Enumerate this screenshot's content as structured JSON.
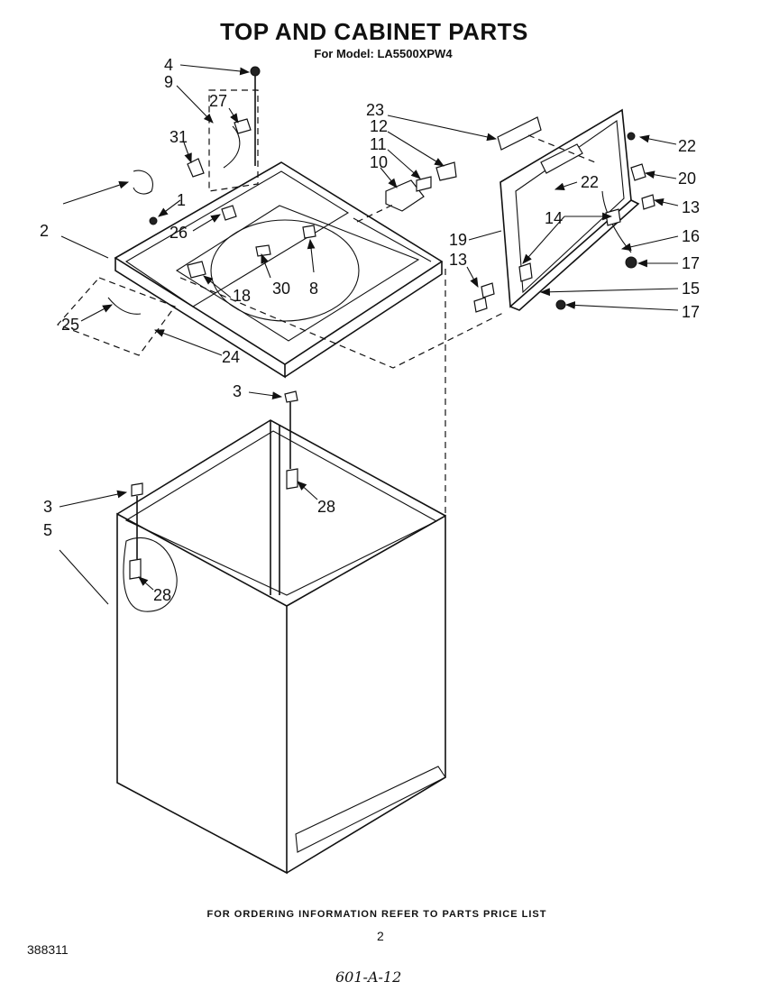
{
  "header": {
    "title": "TOP AND CABINET PARTS",
    "subtitle": "For Model: LA5500XPW4"
  },
  "footer": {
    "ordering_note": "FOR ORDERING INFORMATION REFER TO PARTS PRICE LIST",
    "page_number": "2",
    "document_number": "388311",
    "handwritten_note": "601-A-12"
  },
  "callouts": {
    "c1": "1",
    "c2": "2",
    "c3a": "3",
    "c3b": "3",
    "c4": "4",
    "c5": "5",
    "c8": "8",
    "c9": "9",
    "c10": "10",
    "c11": "11",
    "c12": "12",
    "c13a": "13",
    "c13b": "13",
    "c14": "14",
    "c15": "15",
    "c16": "16",
    "c17a": "17",
    "c17b": "17",
    "c18": "18",
    "c19": "19",
    "c20": "20",
    "c22a": "22",
    "c22b": "22",
    "c23": "23",
    "c24": "24",
    "c25": "25",
    "c26": "26",
    "c27": "27",
    "c28a": "28",
    "c28b": "28",
    "c30": "30",
    "c31": "31"
  }
}
